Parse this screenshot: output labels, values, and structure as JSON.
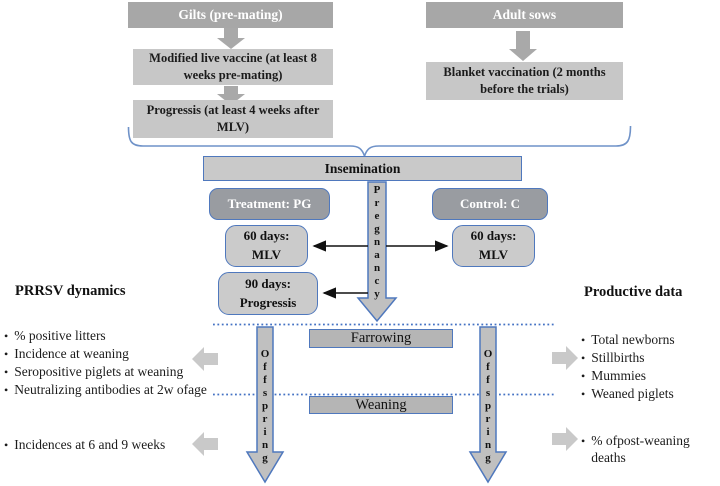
{
  "bullet": "•",
  "gilts_flow": {
    "title": "Gilts (pre-mating)",
    "mlv": "Modified live vaccine (at least 8 weeks pre-mating)",
    "progressis": "Progressis (at least 4 weeks after MLV)"
  },
  "sows_flow": {
    "title": "Adult sows",
    "blanket": "Blanket vaccination (2 months before the trials)"
  },
  "timeline": {
    "insemination": "Insemination",
    "treatment": "Treatment: PG",
    "control": "Control: C",
    "t60_line1": "60 days:",
    "t60_line2": "MLV",
    "c60_line1": "60 days:",
    "c60_line2": "MLV",
    "t90_line1": "90 days:",
    "t90_line2": "Progressis",
    "pregnancy": "Pregnancy",
    "farrowing": "Farrowing",
    "weaning": "Weaning",
    "offspring_left": "Offspring",
    "offspring_right": "Offspring"
  },
  "left_panel": {
    "heading": "PRRSV dynamics",
    "items": [
      "% positive litters",
      "Incidence at weaning",
      "Seropositive piglets at weaning",
      "Neutralizing antibodies at 2w ofage"
    ],
    "late_item": "Incidences at 6 and 9 weeks"
  },
  "right_panel": {
    "heading": "Productive data",
    "items": [
      "Total newborns",
      "Stillbirths",
      "Mummies",
      "Weaned piglets"
    ],
    "late_item": "% ofpost-weaning deaths"
  },
  "colors": {
    "dark_box_gray": "#a7a7a7",
    "light_box_gray": "#c7c7c7",
    "stage_box_gray": "#b5b5b5",
    "strip_gray": "#c0c0c0",
    "blue_border": "#4f78bd",
    "dotted_blue": "#4472c4",
    "block_arrow_gray": "#a9a9a9",
    "side_arrow_gray": "#c9c9c9",
    "black_arrow": "#111111"
  }
}
